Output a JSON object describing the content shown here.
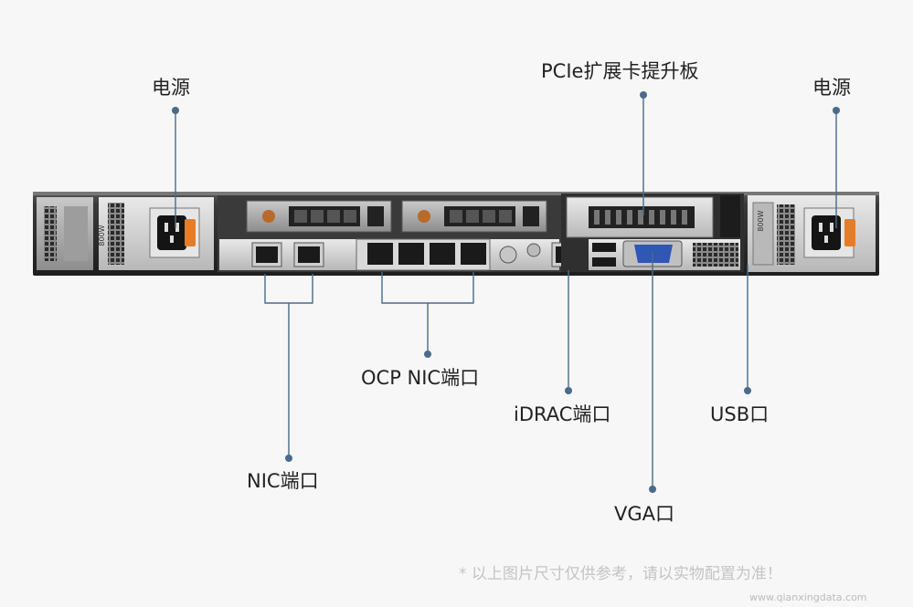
{
  "labels": {
    "psu_left": "电源",
    "pcie_riser": "PCIe扩展卡提升板",
    "psu_right": "电源",
    "ocp_nic": "OCP NIC端口",
    "idrac": "iDRAC端口",
    "usb": "USB口",
    "nic": "NIC端口",
    "vga": "VGA口"
  },
  "psu_rating_left": "800W",
  "psu_rating_right": "800W",
  "disclaimer": "* 以上图片尺寸仅供参考，请以实物配置为准！",
  "watermark": "www.qianxingdata.com",
  "colors": {
    "leader": "#4a6b8a",
    "chassis": "#2d2d2d",
    "vga_connector": "#2f57b5",
    "psu_latch": "#e57d28"
  }
}
